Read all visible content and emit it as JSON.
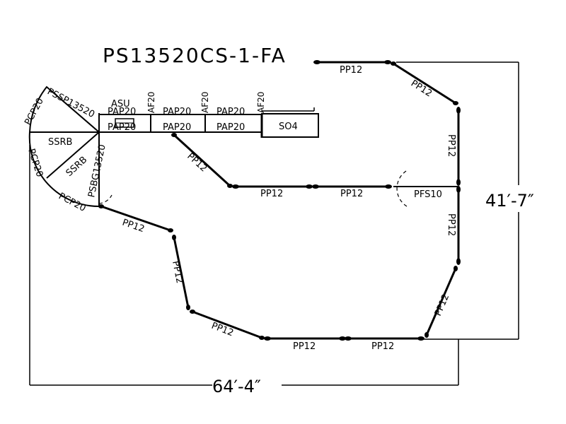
{
  "title": "PS13520CS-1-FA",
  "dimensions": {
    "height_label": "41′-7″",
    "width_label": "64′-4″"
  },
  "platform_labels": {
    "asu": "ASU",
    "pap20_top_1": "PAP20",
    "pap20_bot_1": "PAP20",
    "pap20_top_2": "PAP20",
    "pap20_bot_2": "PAP20",
    "pap20_top_3": "PAP20",
    "pap20_bot_3": "PAP20",
    "af20_1": "AF20",
    "af20_2": "AF20",
    "af20_3": "AF20",
    "so4": "SO4"
  },
  "curve_labels": {
    "pssp": "PSSP13520",
    "pcp20_top": "PCP20",
    "ssrb_h": "SSRB",
    "ssrb_diag": "SSRB",
    "pcp20_left": "PCP20",
    "pcp20_bottom": "PCP20",
    "psbg": "PSBG13520",
    "pfs10": "PFS10"
  },
  "tube_labels": {
    "t_top": "PP12",
    "t_diag_top": "PP12",
    "t_right_upper": "PP12",
    "t_right_lower": "PP12",
    "t_diag_right": "PP12",
    "t_bottom_right": "PP12",
    "t_bottom_mid": "PP12",
    "t_diag_bottom": "PP12",
    "t_left_vert": "PP12",
    "t_diag_left": "PP12",
    "t_inner_diag": "PP12",
    "t_inner_1": "PP12",
    "t_inner_2": "PP12"
  }
}
